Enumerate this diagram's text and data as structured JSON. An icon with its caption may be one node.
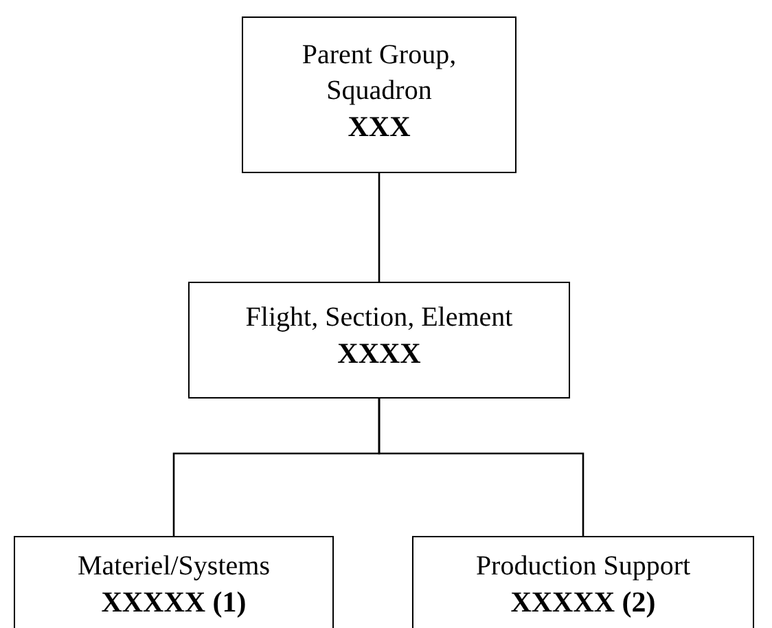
{
  "diagram": {
    "nodes": [
      {
        "text": [
          "Parent Group, Squadron",
          "XXX"
        ]
      },
      {
        "text": [
          "Flight, Section, Element",
          "XXXX"
        ]
      },
      {
        "text": [
          "Materiel/Systems",
          "XXXXX (1)"
        ]
      },
      {
        "text": [
          "Production Support",
          "XXXXX (2)"
        ]
      }
    ],
    "edges": [
      {
        "from": 0,
        "to": 1,
        "arrow": "none"
      },
      {
        "from": 1,
        "to": 2,
        "arrow": "none"
      },
      {
        "from": 1,
        "to": 3,
        "arrow": "none"
      }
    ]
  }
}
